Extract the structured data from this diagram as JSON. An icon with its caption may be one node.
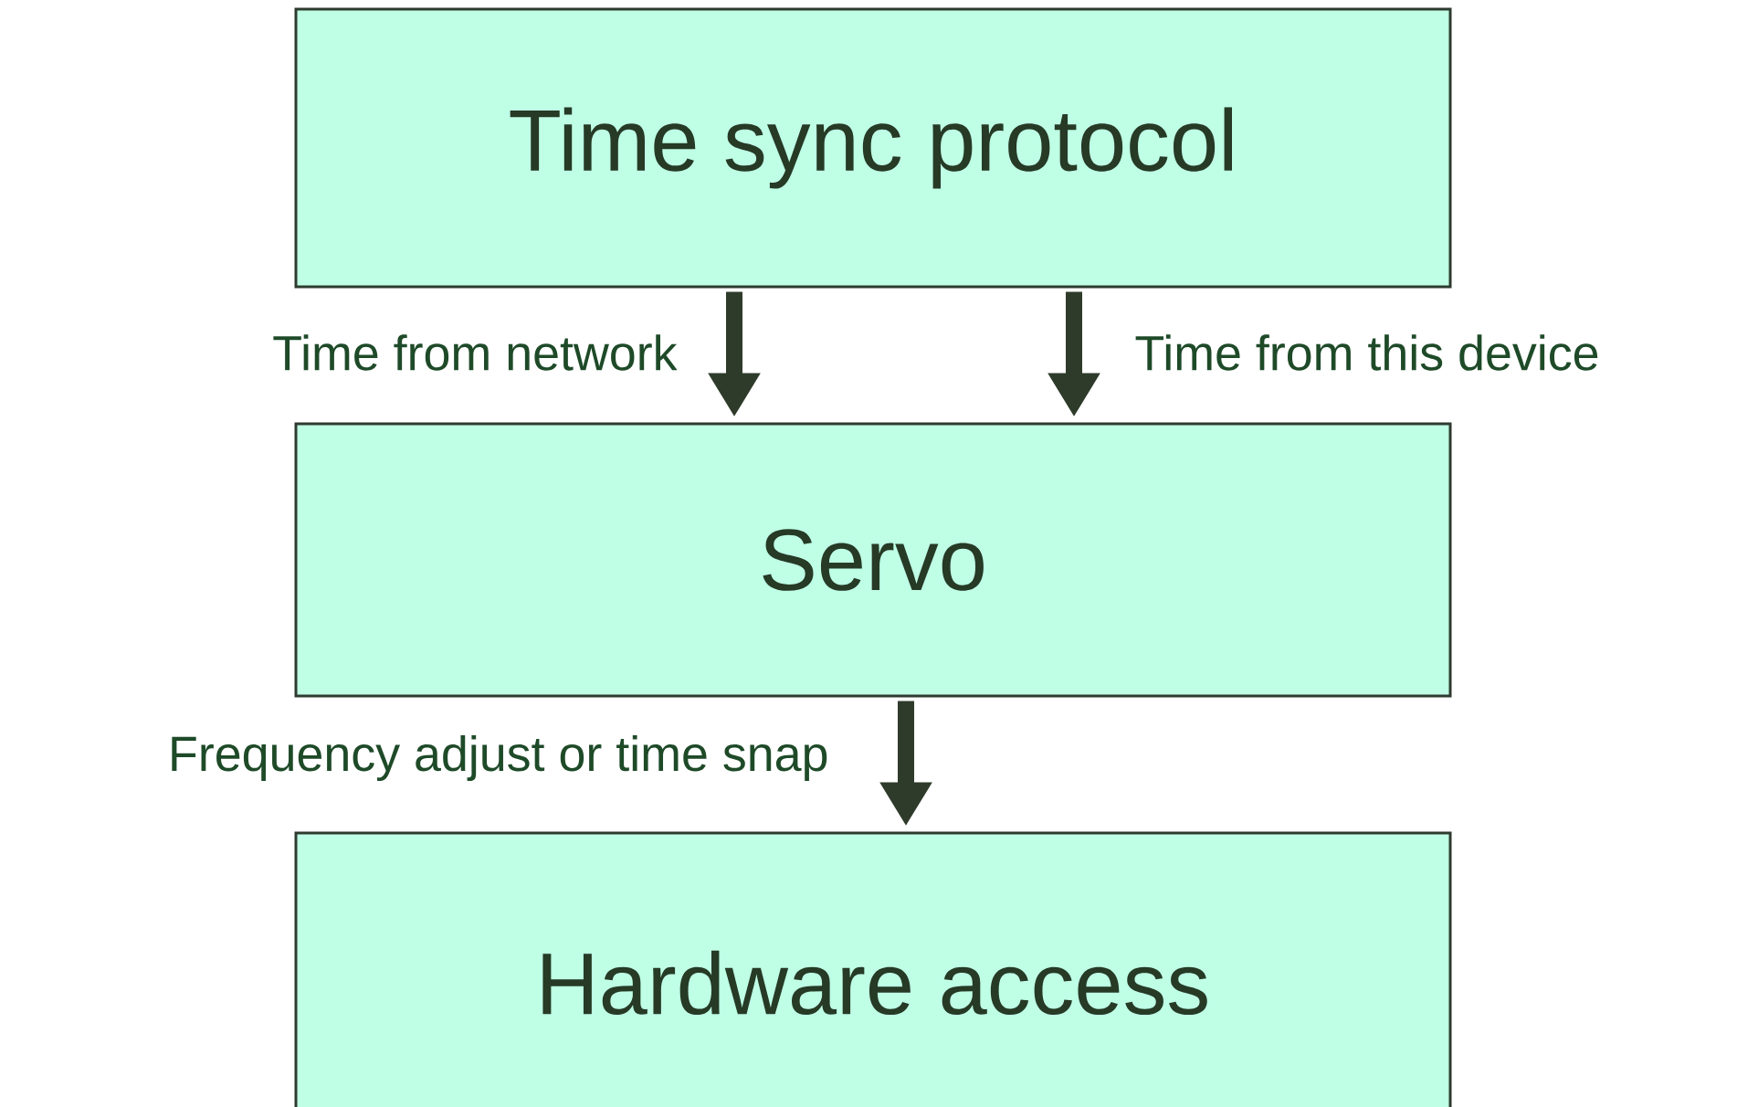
{
  "diagram": {
    "nodes": [
      {
        "text": [
          "Time sync protocol"
        ]
      },
      {
        "text": [
          "Servo"
        ]
      },
      {
        "text": [
          "Hardware access"
        ]
      }
    ],
    "edges": [
      {
        "from": 0,
        "to": 1,
        "arrow": "to",
        "label": "Time from network"
      },
      {
        "from": 0,
        "to": 1,
        "arrow": "to",
        "label": "Time from this device"
      },
      {
        "from": 1,
        "to": 2,
        "arrow": "to",
        "label": "Frequency adjust or time snap"
      }
    ]
  }
}
